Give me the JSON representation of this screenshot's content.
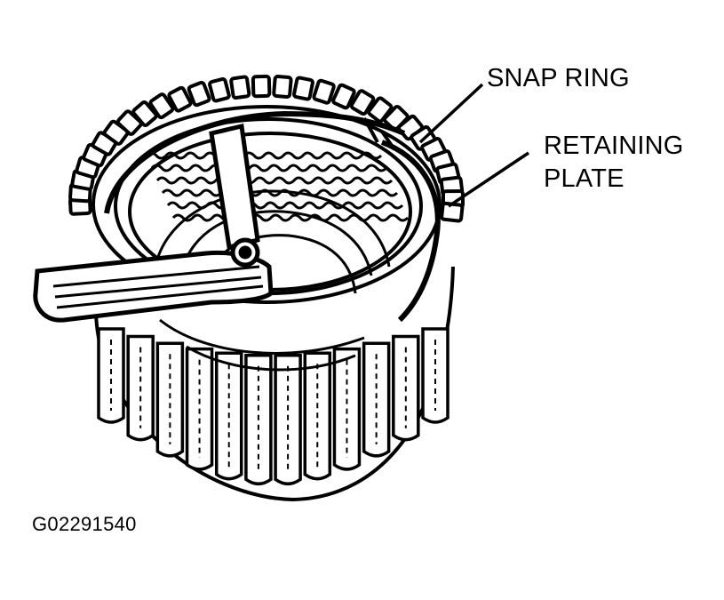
{
  "labels": {
    "snap_ring": "SNAP RING",
    "retaining_plate_line1": "RETAINING",
    "retaining_plate_line2": "PLATE"
  },
  "figure_id": "G02291540",
  "colors": {
    "ink": "#000000",
    "paper": "#ffffff"
  }
}
